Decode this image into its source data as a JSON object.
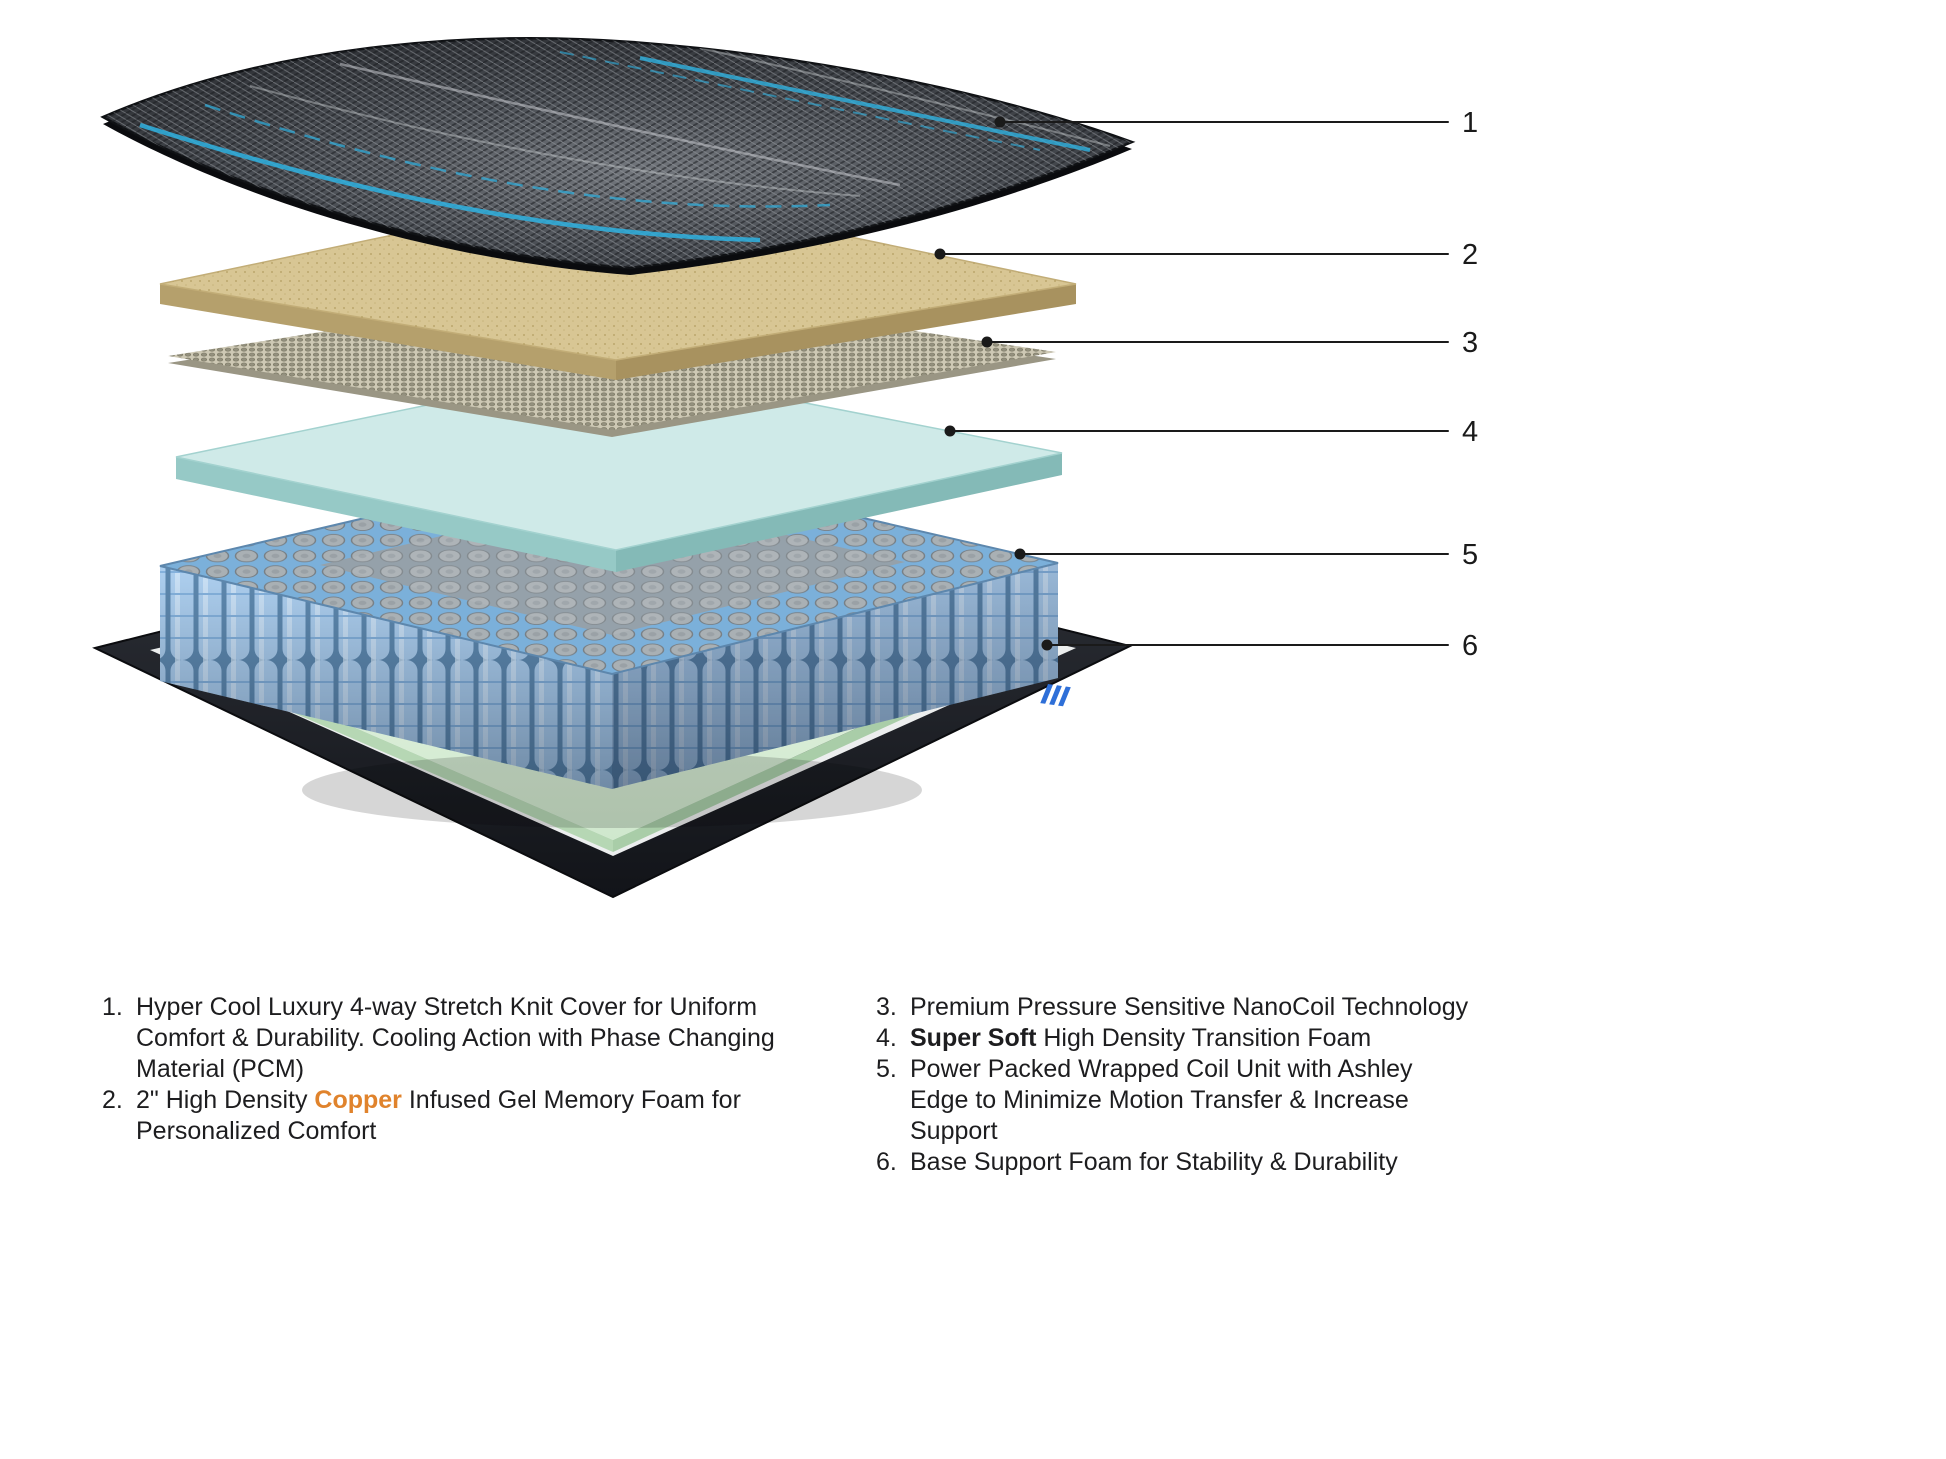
{
  "callouts": [
    "1",
    "2",
    "3",
    "4",
    "5",
    "6"
  ],
  "legend": {
    "left": [
      {
        "num": "1.",
        "pre": "Hyper Cool Luxury 4-way Stretch Knit Cover for Uniform Comfort & Durability. Cooling Action with Phase Changing Material (PCM)"
      },
      {
        "num": "2.",
        "pre": "2\" High Density ",
        "em": "Copper",
        "post": " Infused Gel Memory Foam for Personalized Comfort"
      }
    ],
    "right": [
      {
        "num": "3.",
        "pre": "Premium Pressure Sensitive NanoCoil Technology"
      },
      {
        "num": "4.",
        "pre": "",
        "em": "Super Soft",
        "post": " High Density Transition Foam"
      },
      {
        "num": "5.",
        "pre": "Power Packed Wrapped Coil Unit with Ashley Edge to Minimize Motion Transfer & Increase Support"
      },
      {
        "num": "6.",
        "pre": "Base Support Foam for Stability & Durability"
      }
    ]
  },
  "diagram": {
    "layers": [
      {
        "num": "1",
        "name": "stretch-knit-cover"
      },
      {
        "num": "2",
        "name": "copper-gel-memory-foam"
      },
      {
        "num": "3",
        "name": "nanocoil-layer"
      },
      {
        "num": "4",
        "name": "transition-foam"
      },
      {
        "num": "5",
        "name": "wrapped-coil-unit"
      },
      {
        "num": "6",
        "name": "base-support-foam"
      }
    ]
  },
  "colors": {
    "copper_text": "#e0832c",
    "callout_line": "#1a1a1a",
    "cover_accent_blue": "#2fb1e0",
    "memory_foam_tan": "#d8c694",
    "transition_foam_blue": "#cfeae8",
    "coil_blue": "#aed0f0",
    "base_foam_green": "#d9ecd7",
    "base_shell_dark": "#16181d"
  }
}
